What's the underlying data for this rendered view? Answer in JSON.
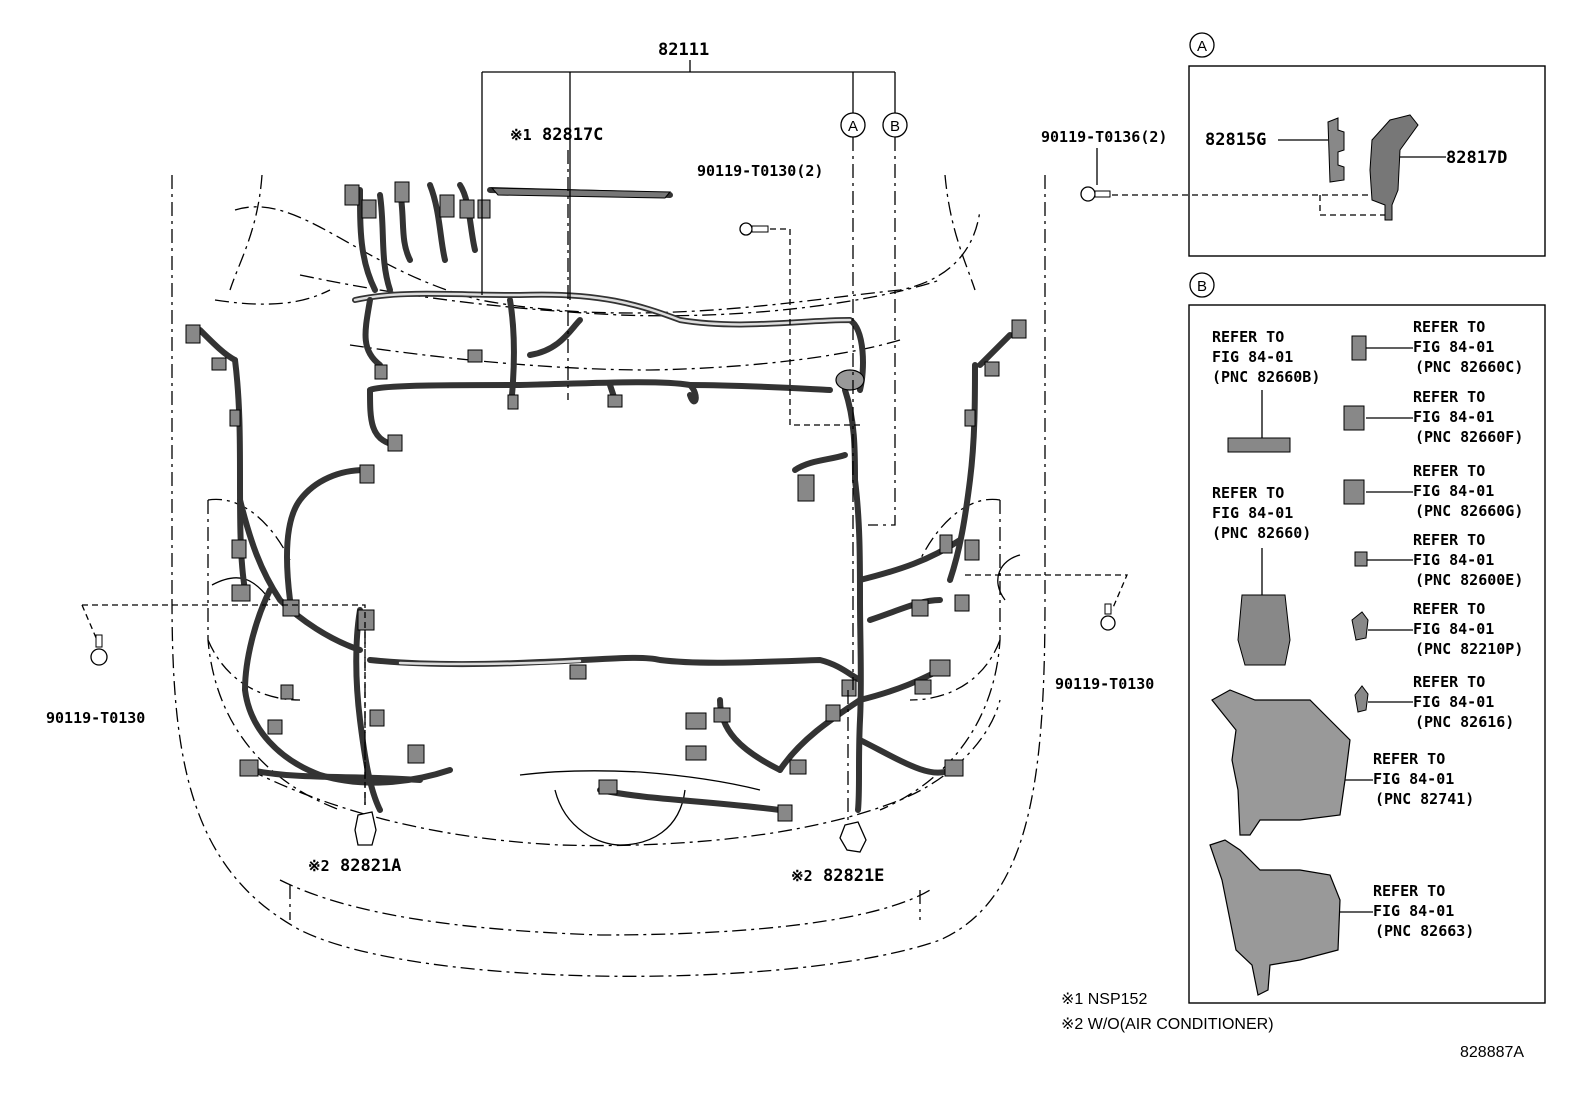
{
  "labels": {
    "main_harness": "82111",
    "p82817c": "82817C",
    "p82817c_mark": "※1",
    "screw_center": "90119-T0130(2)",
    "screw_left": "90119-T0130",
    "screw_right": "90119-T0130",
    "p82821a": "82821A",
    "p82821a_mark": "※2",
    "p82821e": "82821E",
    "p82821e_mark": "※2",
    "circle_a": "A",
    "circle_b": "B"
  },
  "detail_a": {
    "circle": "A",
    "screw": "90119-T0136(2)",
    "p82815g": "82815G",
    "p82817d": "82817D"
  },
  "detail_b": {
    "circle": "B",
    "refs": [
      {
        "line1": "REFER TO",
        "line2": "FIG 84-01",
        "line3": "(PNC 82660B)"
      },
      {
        "line1": "REFER TO",
        "line2": "FIG 84-01",
        "line3": "(PNC 82660)"
      },
      {
        "line1": "REFER TO",
        "line2": "FIG 84-01",
        "line3": "(PNC 82660C)"
      },
      {
        "line1": "REFER TO",
        "line2": "FIG 84-01",
        "line3": "(PNC 82660F)"
      },
      {
        "line1": "REFER TO",
        "line2": "FIG 84-01",
        "line3": "(PNC 82660G)"
      },
      {
        "line1": "REFER TO",
        "line2": "FIG 84-01",
        "line3": "(PNC 82600E)"
      },
      {
        "line1": "REFER TO",
        "line2": "FIG 84-01",
        "line3": "(PNC 82210P)"
      },
      {
        "line1": "REFER TO",
        "line2": "FIG 84-01",
        "line3": "(PNC 82616)"
      },
      {
        "line1": "REFER TO",
        "line2": "FIG 84-01",
        "line3": "(PNC 82741)"
      },
      {
        "line1": "REFER TO",
        "line2": "FIG 84-01",
        "line3": "(PNC 82663)"
      }
    ]
  },
  "notes": {
    "note1": "※1 NSP152",
    "note2": "※2 W/O(AIR CONDITIONER)"
  },
  "figure_id": "828887A"
}
